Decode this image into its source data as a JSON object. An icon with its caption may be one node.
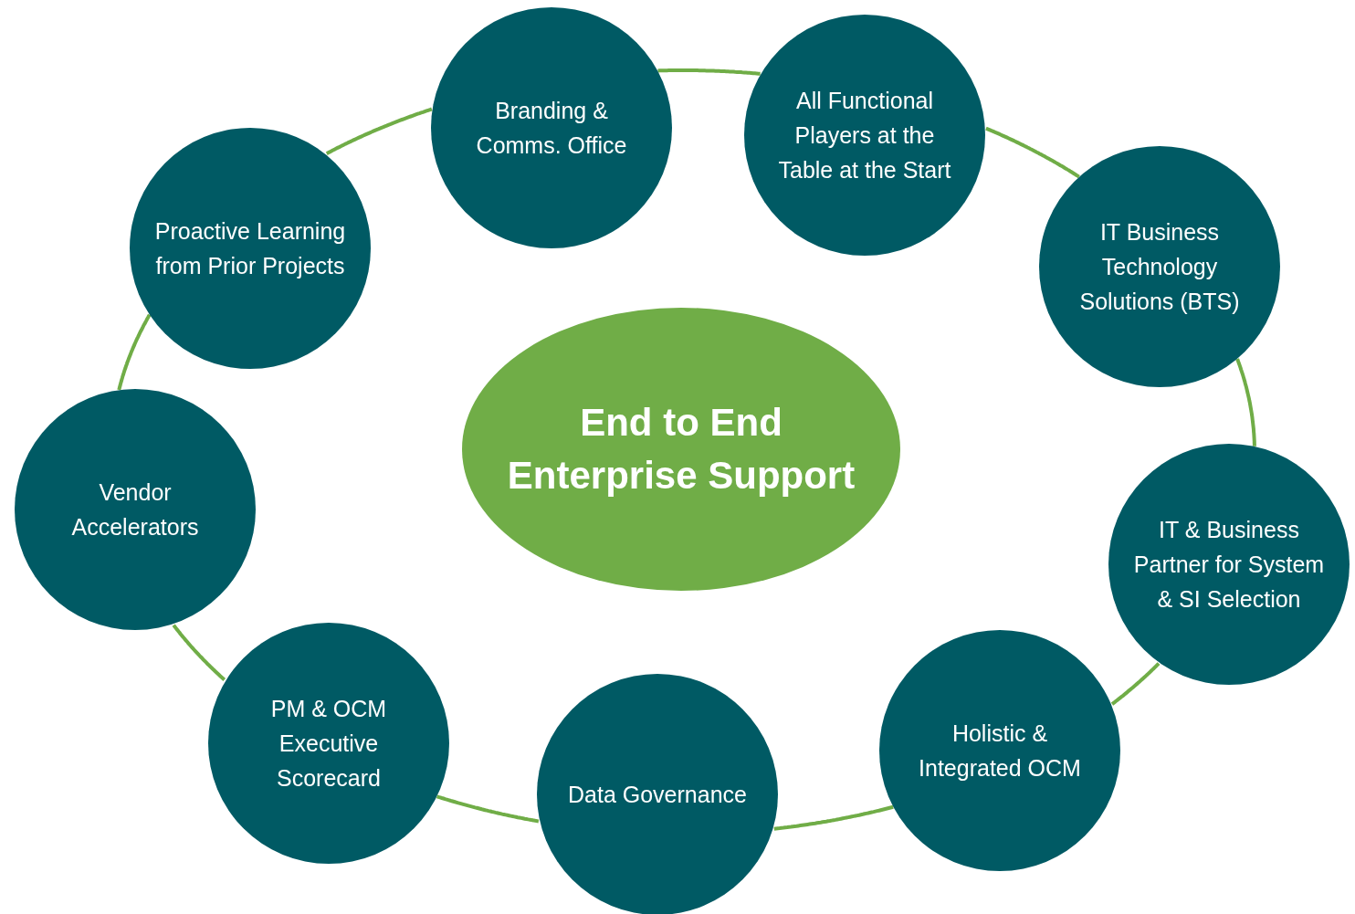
{
  "diagram": {
    "nodes": [
      {
        "text": [
          "End to End Enterprise Support"
        ]
      },
      {
        "text": [
          "Branding & Comms. Office"
        ]
      },
      {
        "text": [
          "All Functional Players at the Table at the Start"
        ]
      },
      {
        "text": [
          "IT Business Technology Solutions (BTS)"
        ]
      },
      {
        "text": [
          "IT & Business Partner for System & SI Selection"
        ]
      },
      {
        "text": [
          "Holistic & Integrated OCM"
        ]
      },
      {
        "text": [
          "Data Governance"
        ]
      },
      {
        "text": [
          "PM & OCM Executive Scorecard"
        ]
      },
      {
        "text": [
          "Vendor Accelerators"
        ]
      },
      {
        "text": [
          "Proactive Learning from Prior Projects"
        ]
      }
    ],
    "edges": [
      {
        "from": 1,
        "to": 2,
        "arrow": "none"
      },
      {
        "from": 2,
        "to": 3,
        "arrow": "none"
      },
      {
        "from": 3,
        "to": 4,
        "arrow": "none"
      },
      {
        "from": 4,
        "to": 5,
        "arrow": "none"
      },
      {
        "from": 5,
        "to": 6,
        "arrow": "none"
      },
      {
        "from": 6,
        "to": 7,
        "arrow": "none"
      },
      {
        "from": 7,
        "to": 8,
        "arrow": "none"
      },
      {
        "from": 8,
        "to": 9,
        "arrow": "none"
      },
      {
        "from": 9,
        "to": 1,
        "arrow": "none"
      }
    ]
  }
}
